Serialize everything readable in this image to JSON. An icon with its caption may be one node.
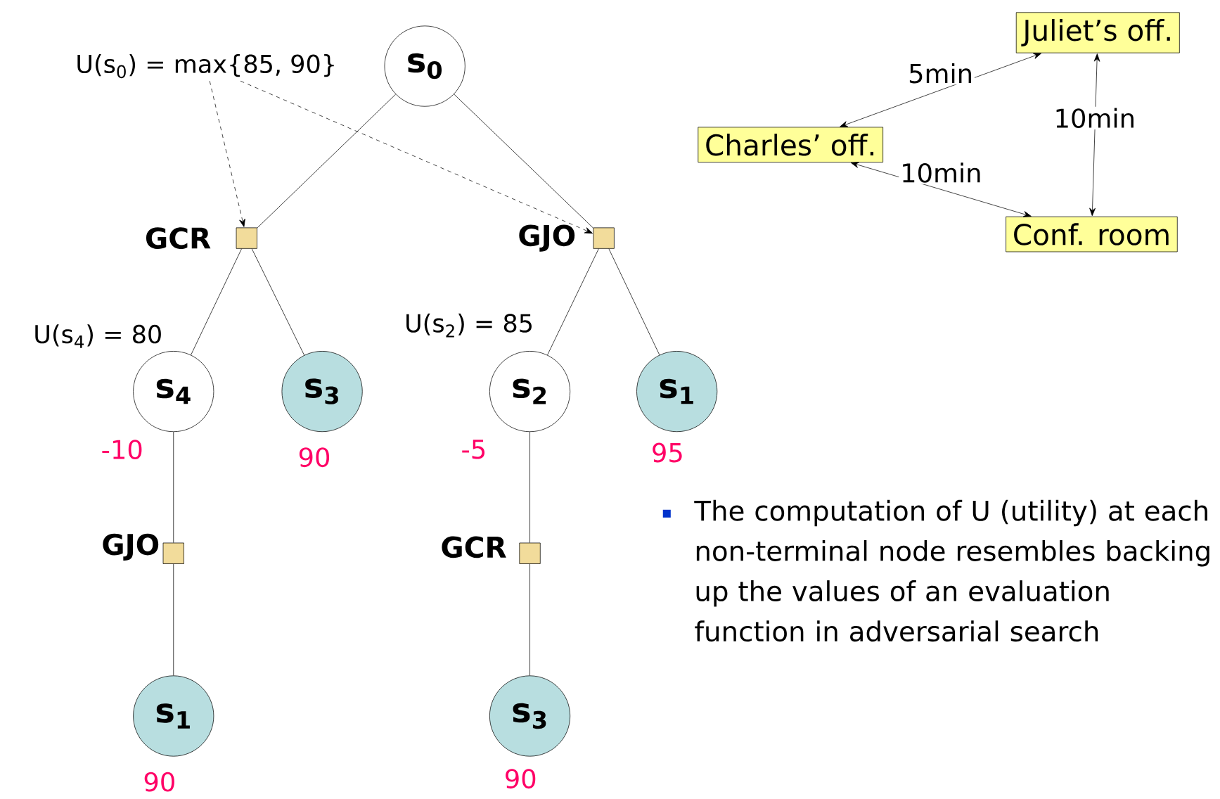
{
  "diagram": {
    "nodes": [
      {
        "text": [
          "s$_{0}$"
        ]
      },
      {
        "text": [],
        "shape": "box",
        "beside": [
          "GCR"
        ]
      },
      {
        "text": [],
        "shape": "box",
        "beside": [
          "GJO"
        ]
      },
      {
        "text": [
          "s$_{4}$"
        ],
        "beside": [
          "U(s$_{4}$) = 80",
          "-10"
        ]
      },
      {
        "text": [
          "s$_{3}$"
        ],
        "beside": [
          "90"
        ]
      },
      {
        "text": [
          "s$_{2}$"
        ],
        "beside": [
          "U(s$_{2}$) = 85",
          "-5"
        ]
      },
      {
        "text": [
          "s$_{1}$"
        ],
        "beside": [
          "95"
        ]
      },
      {
        "text": [],
        "shape": "box",
        "beside": [
          "GJO"
        ]
      },
      {
        "text": [
          "s$_{1}$"
        ],
        "beside": [
          "90"
        ]
      },
      {
        "text": [],
        "shape": "box",
        "beside": [
          "GCR"
        ]
      },
      {
        "text": [
          "s$_{3}$"
        ],
        "beside": [
          "90"
        ]
      },
      {
        "text": [
          "U(s$_{0}$) = max{85, 90}"
        ]
      },
      {
        "text": [
          "Juliet’s off."
        ]
      },
      {
        "text": [
          "Charles’ off."
        ]
      },
      {
        "text": [
          "Conf. room"
        ]
      }
    ],
    "edges": [
      {
        "from": 0,
        "to": 1,
        "arrow": "none"
      },
      {
        "from": 0,
        "to": 2,
        "arrow": "none"
      },
      {
        "from": 1,
        "to": 3,
        "arrow": "none"
      },
      {
        "from": 1,
        "to": 4,
        "arrow": "none"
      },
      {
        "from": 2,
        "to": 5,
        "arrow": "none"
      },
      {
        "from": 2,
        "to": 6,
        "arrow": "none"
      },
      {
        "from": 3,
        "to": 7,
        "arrow": "none"
      },
      {
        "from": 7,
        "to": 8,
        "arrow": "none"
      },
      {
        "from": 5,
        "to": 9,
        "arrow": "none"
      },
      {
        "from": 9,
        "to": 10,
        "arrow": "none"
      },
      {
        "from": 11,
        "to": 1,
        "arrow": "to",
        "style": "dashed"
      },
      {
        "from": 11,
        "to": 2,
        "arrow": "to",
        "style": "dashed"
      },
      {
        "from": 13,
        "to": 12,
        "arrow": "both",
        "label": "5min"
      },
      {
        "from": 12,
        "to": 14,
        "arrow": "both",
        "label": "10min"
      },
      {
        "from": 13,
        "to": 14,
        "arrow": "both",
        "label": "10min"
      }
    ],
    "labels": [
      "The computation of U (utility) at each non-terminal node resembles backing up the values of an evaluation function in adversarial search"
    ]
  }
}
